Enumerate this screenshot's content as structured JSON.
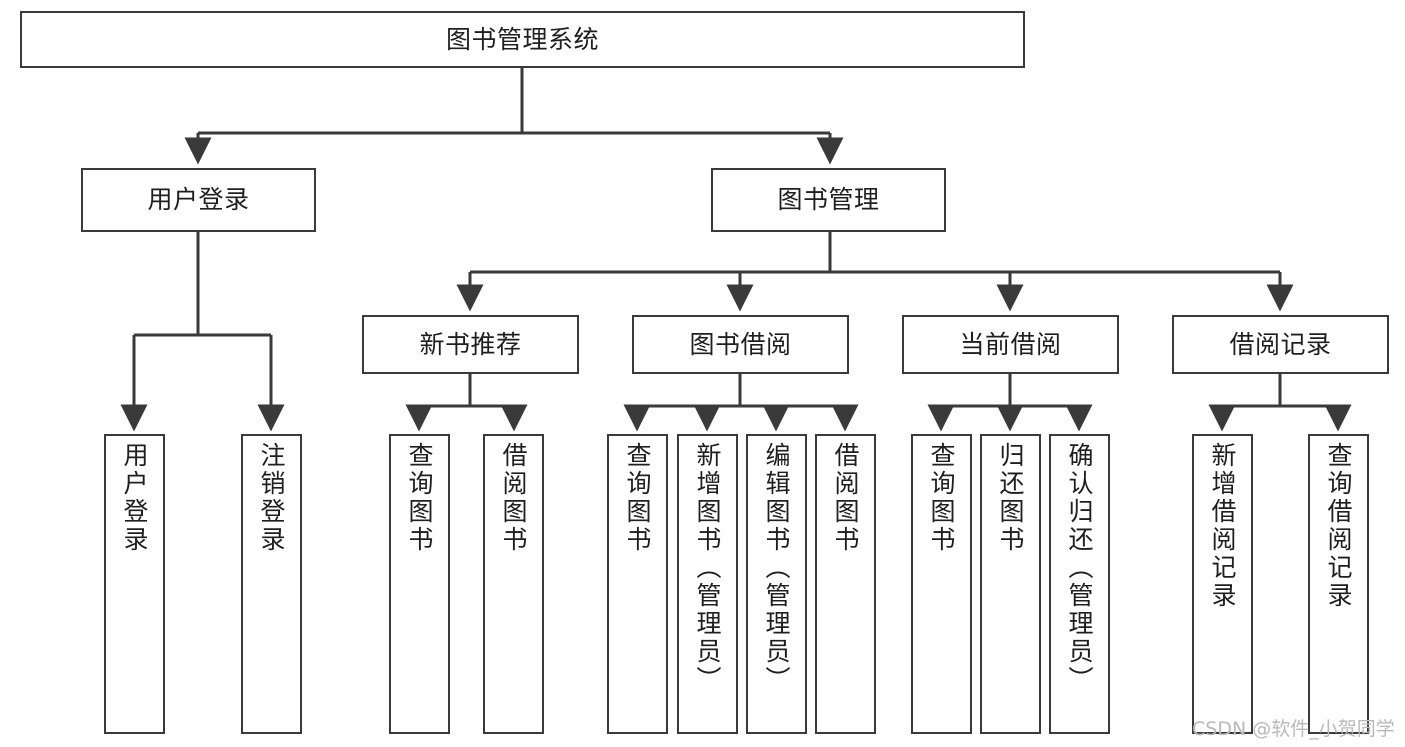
{
  "diagram": {
    "title": "图书管理系统",
    "type": "functional-structure-tree",
    "root": {
      "label": "图书管理系统"
    },
    "level2": [
      {
        "label": "用户登录"
      },
      {
        "label": "图书管理"
      }
    ],
    "level3": [
      {
        "label": "新书推荐"
      },
      {
        "label": "图书借阅"
      },
      {
        "label": "当前借阅"
      },
      {
        "label": "借阅记录"
      }
    ],
    "leaves": {
      "user_login": [
        {
          "label": "用户登录"
        },
        {
          "label": "注销登录"
        }
      ],
      "new_book_recommend": [
        {
          "label": "查询图书"
        },
        {
          "label": "借阅图书"
        }
      ],
      "book_borrow": [
        {
          "label": "查询图书"
        },
        {
          "label": "新增图书（管理员）"
        },
        {
          "label": "编辑图书（管理员）"
        },
        {
          "label": "借阅图书"
        }
      ],
      "current_borrow": [
        {
          "label": "查询图书"
        },
        {
          "label": "归还图书"
        },
        {
          "label": "确认归还（管理员）"
        }
      ],
      "borrow_records": [
        {
          "label": "新增借阅记录"
        },
        {
          "label": "查询借阅记录"
        }
      ]
    }
  },
  "watermark": {
    "text": "CSDN @软件_小贺同学"
  },
  "colors": {
    "border": "#3a3a3a",
    "text": "#1f1f1f",
    "background": "#ffffff",
    "watermark": "#b9b9b9"
  }
}
